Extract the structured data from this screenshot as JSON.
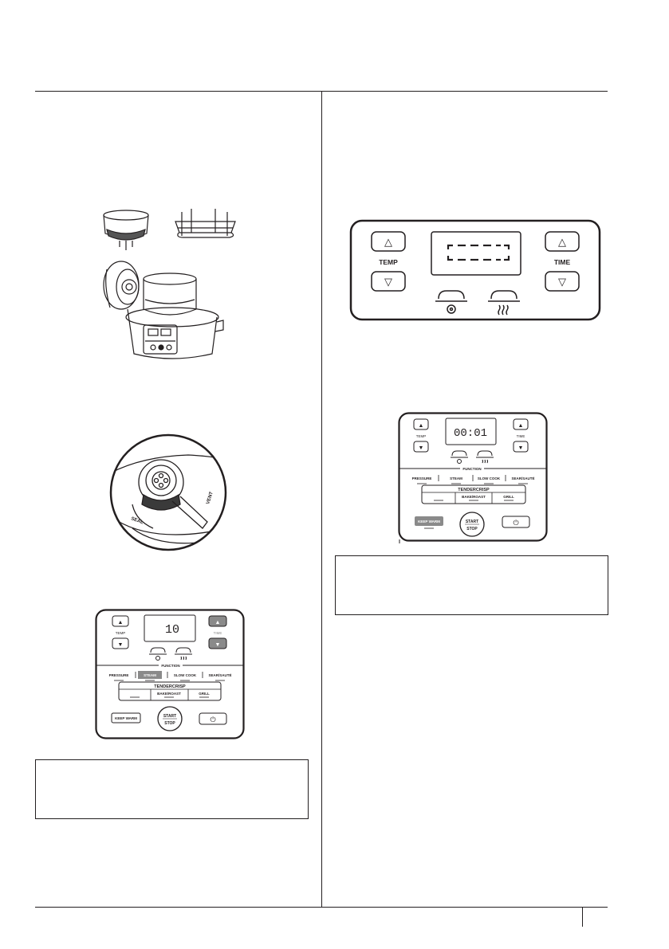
{
  "illustrations": {
    "accessories": {
      "name": "accessories-illustration"
    },
    "valve": {
      "seal_label": "SEAL",
      "vent_label": "VENT"
    }
  },
  "control_panel_large": {
    "temp_label": "TEMP",
    "time_label": "TIME",
    "display": "[ _ _ _ ]",
    "up_glyph": "△",
    "down_glyph": "▽"
  },
  "control_panel_small_right": {
    "display": "00:01",
    "temp_label": "TEMP",
    "time_label": "TIME",
    "function_label": "FUNCTION",
    "functions": [
      "PRESSURE",
      "STEAM",
      "SLOW COOK",
      "SEAR/SAUTÉ"
    ],
    "tendercrisp_label": "TENDERCRISP",
    "tendercrisp_functions": [
      "",
      "BAKE/ROAST",
      "GRILL"
    ],
    "keep_warm": "KEEP WARM",
    "start": "START",
    "stop": "STOP",
    "power_glyph": "⏻",
    "up_glyph": "▲",
    "down_glyph": "▼"
  },
  "control_panel_small_left": {
    "display": "10",
    "temp_label": "TEMP",
    "time_label": "TIME",
    "function_label": "FUNCTION",
    "functions": [
      "PRESSURE",
      "STEAM",
      "SLOW COOK",
      "SEAR/SAUTÉ"
    ],
    "selected_function": "STEAM",
    "tendercrisp_label": "TENDERCRISP",
    "tendercrisp_functions": [
      "",
      "BAKE/ROAST",
      "GRILL"
    ],
    "keep_warm": "KEEP WARM",
    "start": "START",
    "stop": "STOP",
    "power_glyph": "⏻",
    "up_glyph": "▲",
    "down_glyph": "▼"
  },
  "colors": {
    "ink": "#231f20",
    "highlight": "#8a8a8a"
  }
}
